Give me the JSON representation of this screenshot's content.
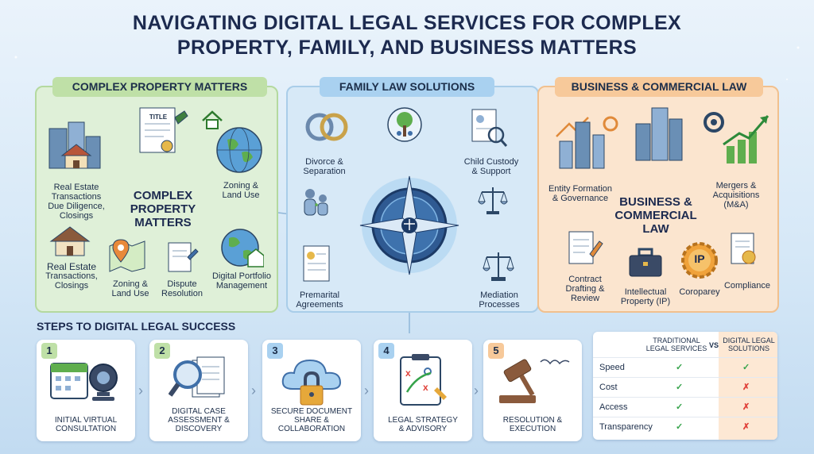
{
  "title_line1": "NAVIGATING DIGITAL LEGAL SERVICES FOR COMPLEX",
  "title_line2": "PROPERTY, FAMILY, AND BUSINESS MATTERS",
  "property": {
    "tab": "COMPLEX PROPERTY MATTERS",
    "center": [
      "COMPLEX",
      "PROPERTY",
      "MATTERS"
    ],
    "real_estate_top": [
      "Real Estate",
      "Transactions",
      "Due Diligence,",
      "Closings"
    ],
    "title_doc": "TITLE",
    "zoning_right": [
      "Zoning &",
      "Land Use"
    ],
    "real_estate_bottom": [
      "Real Estate",
      "Transactions,",
      "Closings"
    ],
    "zoning_bottom": [
      "Zoning &",
      "Land Use"
    ],
    "dispute": [
      "Dispute",
      "Resolution"
    ],
    "digital_portfolio": [
      "Digital Portfolio",
      "Management"
    ]
  },
  "family": {
    "tab": "FAMILY LAW SOLUTIONS",
    "divorce": [
      "Divorce &",
      "Separation"
    ],
    "child_custody": [
      "Child Custody",
      "& Support"
    ],
    "premarital": [
      "Premarital",
      "Agreements"
    ],
    "mediation": [
      "Mediation",
      "Processes"
    ]
  },
  "business": {
    "tab": "BUSINESS & COMMERCIAL LAW",
    "center": [
      "BUSINESS &",
      "COMMERCIAL",
      "LAW"
    ],
    "entity": [
      "Entity Formation",
      "& Governance"
    ],
    "mergers": [
      "Mergers &",
      "Acquisitions",
      "(M&A)"
    ],
    "contract": [
      "Contract",
      "Drafting &",
      "Review"
    ],
    "ip": [
      "Intellectual",
      "Property (IP)"
    ],
    "ip_badge": "IP",
    "coroparey": "Coroparey",
    "compliance": "Compliance"
  },
  "steps": {
    "title": "STEPS TO DIGITAL LEGAL SUCCESS",
    "items": [
      {
        "num": "1",
        "label": [
          "INITIAL VIRTUAL",
          "CONSULTATION"
        ],
        "color": "#bfe0a7"
      },
      {
        "num": "2",
        "label": [
          "DIGITAL CASE",
          "ASSESSMENT &",
          "DISCOVERY"
        ],
        "color": "#bfe0a7"
      },
      {
        "num": "3",
        "label": [
          "SECURE DOCUMENT",
          "SHARE &",
          "COLLABORATION"
        ],
        "color": "#a9d1f0"
      },
      {
        "num": "4",
        "label": [
          "LEGAL STRATEGY",
          "& ADVISORY"
        ],
        "color": "#a9d1f0"
      },
      {
        "num": "5",
        "label": [
          "RESOLUTION &",
          "EXECUTION"
        ],
        "color": "#f7c99a"
      }
    ]
  },
  "comparison": {
    "col_traditional": [
      "TRADITIONAL",
      "LEGAL SERVICES"
    ],
    "vs": "VS",
    "col_digital": [
      "DIGITAL LEGAL",
      "SOLUTIONS"
    ],
    "rows": [
      {
        "label": "Speed",
        "traditional": "✓",
        "digital": "✓"
      },
      {
        "label": "Cost",
        "traditional": "✓",
        "digital": "✗"
      },
      {
        "label": "Access",
        "traditional": "✓",
        "digital": "✗"
      },
      {
        "label": "Transparency",
        "traditional": "✓",
        "digital": "✗"
      }
    ]
  }
}
